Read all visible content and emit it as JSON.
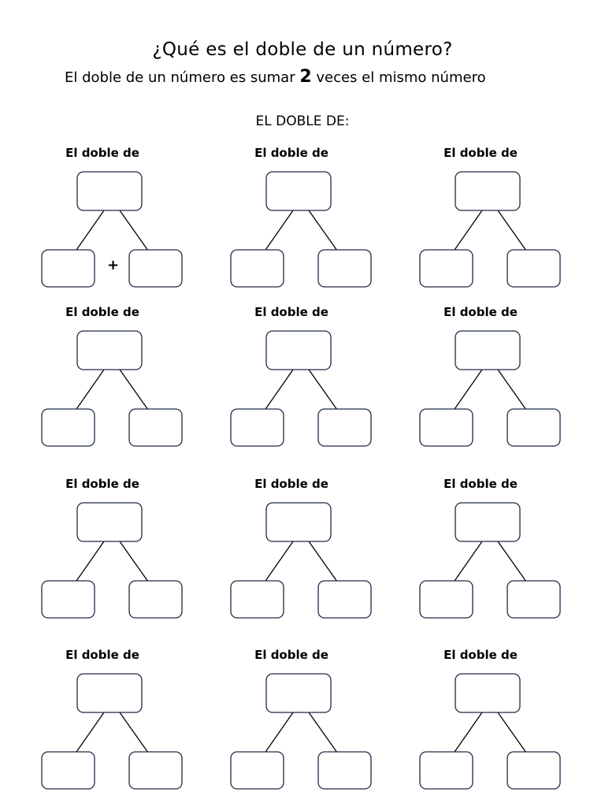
{
  "header": {
    "title": "¿Qué es el doble de un número?",
    "subtitle_before": "El doble de un número es sumar ",
    "subtitle_number": "2",
    "subtitle_after": " veces el mismo número"
  },
  "section": {
    "heading": "EL DOBLE DE:"
  },
  "cells": [
    {
      "label": "El doble de",
      "plus": "+"
    },
    {
      "label": "El doble de",
      "plus": ""
    },
    {
      "label": "El doble de",
      "plus": ""
    },
    {
      "label": "El doble de",
      "plus": ""
    },
    {
      "label": "El doble de",
      "plus": ""
    },
    {
      "label": "El doble de",
      "plus": ""
    },
    {
      "label": "El doble de",
      "plus": ""
    },
    {
      "label": "El doble de",
      "plus": ""
    },
    {
      "label": "El doble de",
      "plus": ""
    },
    {
      "label": "El doble de",
      "plus": ""
    },
    {
      "label": "El doble de",
      "plus": ""
    },
    {
      "label": "El doble de",
      "plus": ""
    }
  ]
}
